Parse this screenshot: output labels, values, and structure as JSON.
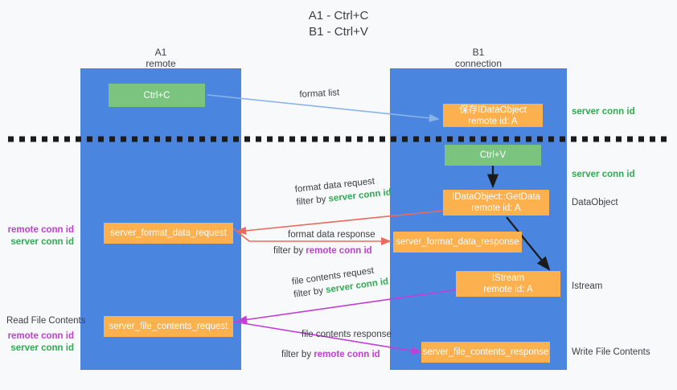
{
  "title": {
    "line1": "A1 - Ctrl+C",
    "line2": "B1 - Ctrl+V"
  },
  "columns": [
    {
      "name": "A1",
      "sub": "remote"
    },
    {
      "name": "B1",
      "sub": "connection"
    }
  ],
  "colors": {
    "lane": "#4a86e0",
    "green_box": "#7bc47f",
    "orange_box": "#fcb04e",
    "server_conn": "#34a853",
    "remote_conn": "#c13fd6",
    "arrow_blue": "#8ab4e8",
    "arrow_red": "#ea6a5e",
    "arrow_black": "#1b1b1b",
    "arrow_magenta": "#c13fd6",
    "background": "#f8f9fa"
  },
  "boxes": {
    "ctrl_c": "Ctrl+C",
    "ctrl_v": "Ctrl+V",
    "save_idataobject": "保存IDataObject\nremote id: A",
    "idataobject_getdata": "IDataObject::GetData\nremote id: A",
    "istream": "IStream\nremote id: A",
    "server_format_data_request": "server_format_data_request",
    "server_format_data_response": "server_format_data_response",
    "server_file_contents_request": "server_file_contents_request",
    "server_file_contents_response": "server_file_contents_response"
  },
  "arrow_labels": {
    "format_list": "format list",
    "format_data_request": "format data request",
    "format_data_request_filter_prefix": "filter by ",
    "format_data_request_filter_value": "server conn id",
    "format_data_response": "format data response",
    "format_data_response_filter_prefix": "filter by ",
    "format_data_response_filter_value": "remote conn id",
    "file_contents_request": "file contents request",
    "file_contents_request_filter_prefix": "filter by ",
    "file_contents_request_filter_value": "server conn id",
    "file_contents_response": "file contents response",
    "file_contents_response_filter_prefix": "filter by ",
    "file_contents_response_filter_value": "remote conn id"
  },
  "right_annotations": {
    "server_conn_id_top": "server conn id",
    "server_conn_id_mid": "server conn id",
    "dataobject": "DataObject",
    "istream": "Istream",
    "write_file_contents": "Write File Contents"
  },
  "left_annotations": {
    "format_remote": "remote conn id",
    "format_server": "server conn id",
    "read_file_contents": "Read File Contents",
    "file_remote": "remote conn id",
    "file_server": "server conn id"
  }
}
